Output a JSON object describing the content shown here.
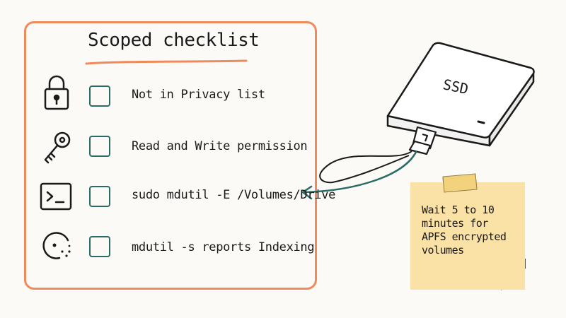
{
  "card": {
    "title": "Scoped checklist",
    "items": [
      {
        "icon": "lock-icon",
        "label": "Not in Privacy list",
        "checked": false
      },
      {
        "icon": "key-icon",
        "label": "Read and Write permission",
        "checked": false
      },
      {
        "icon": "terminal-icon",
        "label": "sudo mdutil -E /Volumes/Drive",
        "checked": false
      },
      {
        "icon": "spinner-icon",
        "label": "mdutil -s reports Indexing",
        "checked": false
      }
    ]
  },
  "drive": {
    "label": "SSD"
  },
  "note": {
    "lines": [
      "Wait 5 to 10",
      "minutes for",
      "APFS encrypted",
      "volumes"
    ]
  },
  "colors": {
    "card_border": "#ef8a5c",
    "checkbox": "#2a6b64",
    "arrow": "#2a6b64",
    "note": "#fae1a5",
    "tape": "#f3d27c"
  }
}
